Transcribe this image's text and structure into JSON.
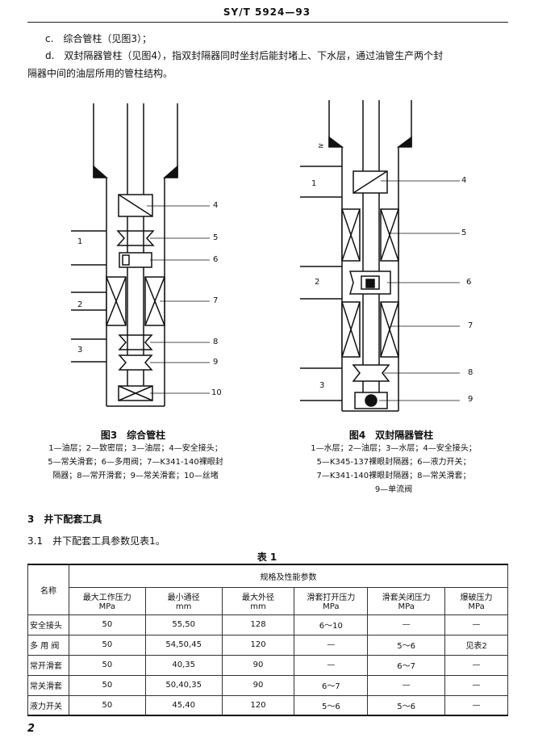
{
  "header": {
    "code": "SY/T 5924—93"
  },
  "paragraphs": [
    "c.　综合管柱（见图3）；",
    "d.　双封隔器管柱（见图4），指双封隔器同时坐封后能封堵上、下水层，通过油管生产两个封",
    "隔器中间的油层所用的管柱结构。"
  ],
  "fig3": {
    "title": "图3　综合管柱",
    "labels_left": [
      "1",
      "2",
      "3"
    ],
    "labels_right": [
      "4",
      "5",
      "6",
      "7",
      "8",
      "9",
      "10"
    ],
    "legend": [
      "1—油层；2—致密层；3—油层；4—安全接头；",
      "5—常关滑套；6—多用阀；7—K341-140裸眼封",
      "隔器；8—常开滑套；9—常关滑套；10—丝堵"
    ]
  },
  "fig4": {
    "title": "图4　双封隔器管柱",
    "top_mark": "≥",
    "labels_left": [
      "1",
      "2",
      "3"
    ],
    "labels_right": [
      "4",
      "5",
      "6",
      "7",
      "8",
      "9"
    ],
    "legend": [
      "1—水层；2—油层；3—水层；4—安全接头；",
      "5—K345-137裸眼封隔器；6—液力开关；",
      "7—K341-140裸眼封隔器；8—常关滑套；",
      "9—单流阀"
    ]
  },
  "section": {
    "number": "3",
    "title": "井下配套工具"
  },
  "subsection": {
    "number": "3.1",
    "text": "井下配套工具参数见表1。"
  },
  "table": {
    "caption": "表 1",
    "name_header": "名称",
    "group_header": "规格及性能参数",
    "columns": [
      {
        "label": "最大工作压力",
        "unit": "MPa"
      },
      {
        "label": "最小通径",
        "unit": "mm"
      },
      {
        "label": "最大外径",
        "unit": "mm"
      },
      {
        "label": "滑套打开压力",
        "unit": "MPa"
      },
      {
        "label": "滑套关闭压力",
        "unit": "MPa"
      },
      {
        "label": "爆破压力",
        "unit": "MPa"
      }
    ],
    "rows": [
      [
        "安全接头",
        "50",
        "55,50",
        "128",
        "6～10",
        "—",
        "—"
      ],
      [
        "多 用 阀",
        "50",
        "54,50,45",
        "120",
        "—",
        "5～6",
        "见表2"
      ],
      [
        "常开滑套",
        "50",
        "40,35",
        "90",
        "—",
        "6～7",
        "—"
      ],
      [
        "常关滑套",
        "50",
        "50,40,35",
        "90",
        "6～7",
        "—",
        "—"
      ],
      [
        "液力开关",
        "50",
        "45,40",
        "120",
        "5～6",
        "5～6",
        "—"
      ]
    ]
  },
  "page_number": "2"
}
